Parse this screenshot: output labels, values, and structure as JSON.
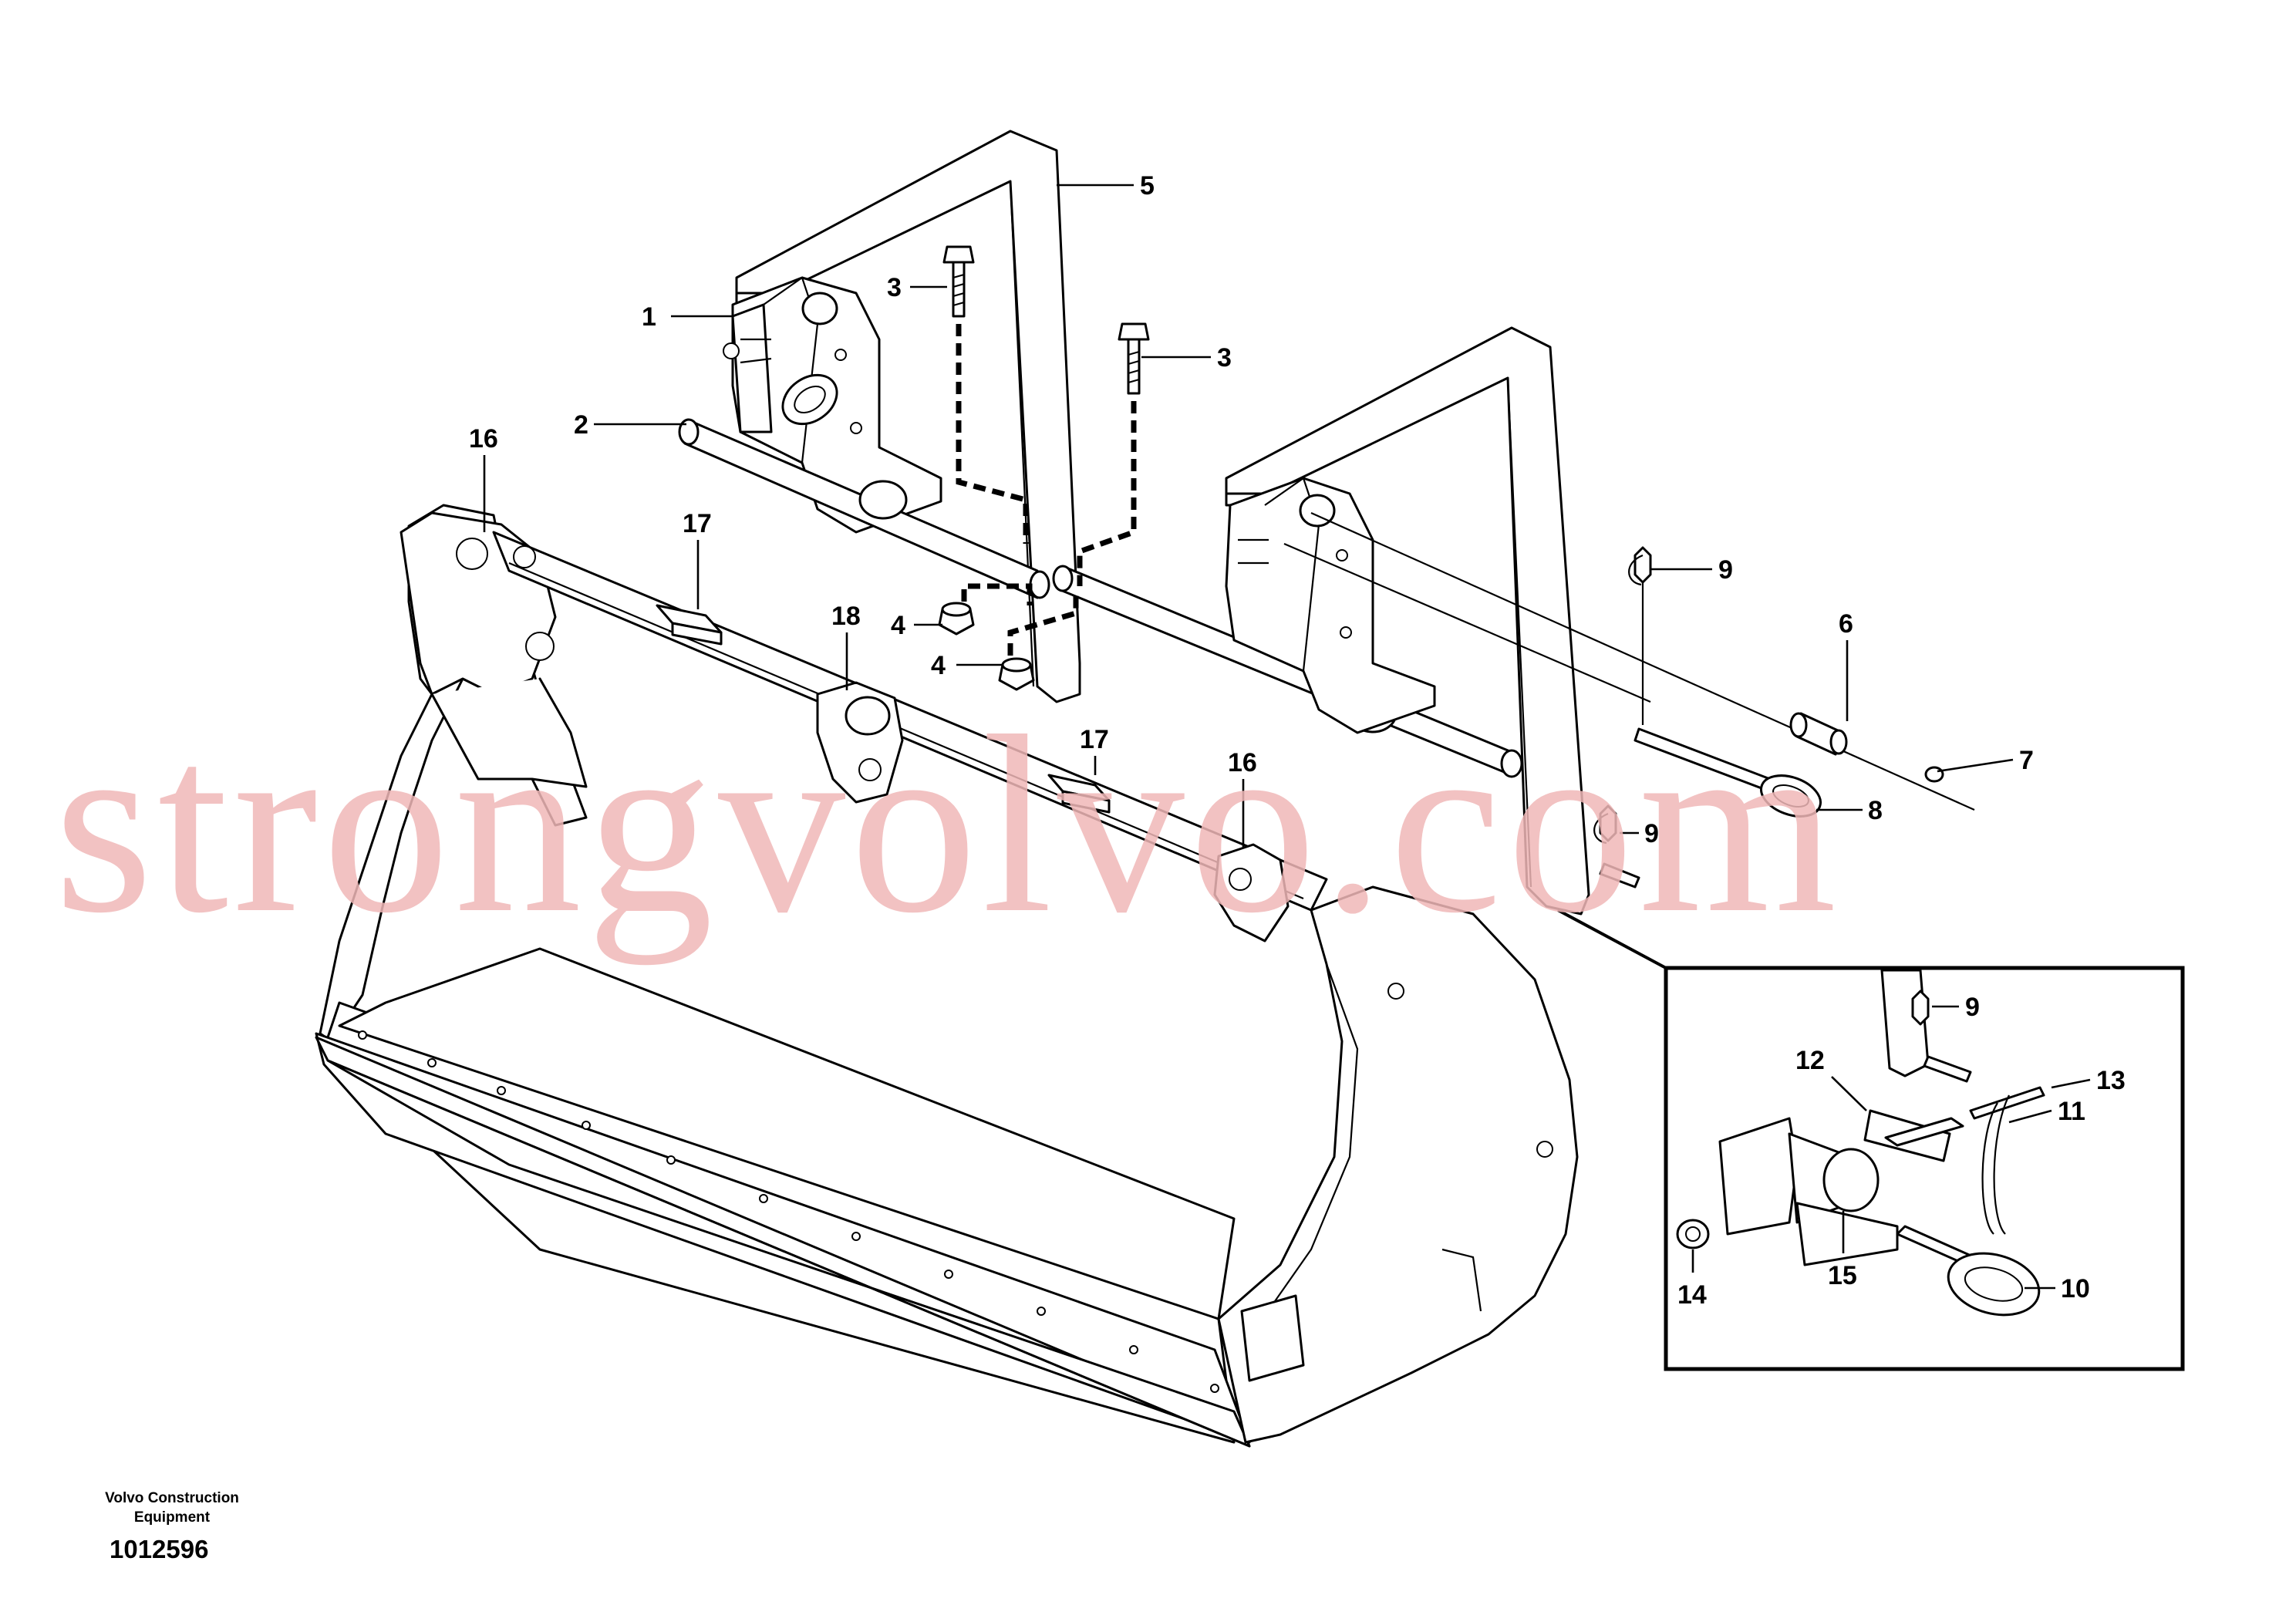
{
  "drawing": {
    "maker_line1": "Volvo Construction",
    "maker_line2": "Equipment",
    "doc_number": "1012596"
  },
  "watermark": "strongvolvo.com",
  "callouts": {
    "c1": "1",
    "c2": "2",
    "c3a": "3",
    "c3b": "3",
    "c4a": "4",
    "c4b": "4",
    "c5": "5",
    "c6": "6",
    "c7": "7",
    "c8": "8",
    "c9a": "9",
    "c9b": "9",
    "c9c": "9",
    "c10": "10",
    "c11": "11",
    "c12": "12",
    "c13": "13",
    "c14": "14",
    "c15": "15",
    "c16a": "16",
    "c16b": "16",
    "c17a": "17",
    "c17b": "17",
    "c18": "18"
  }
}
